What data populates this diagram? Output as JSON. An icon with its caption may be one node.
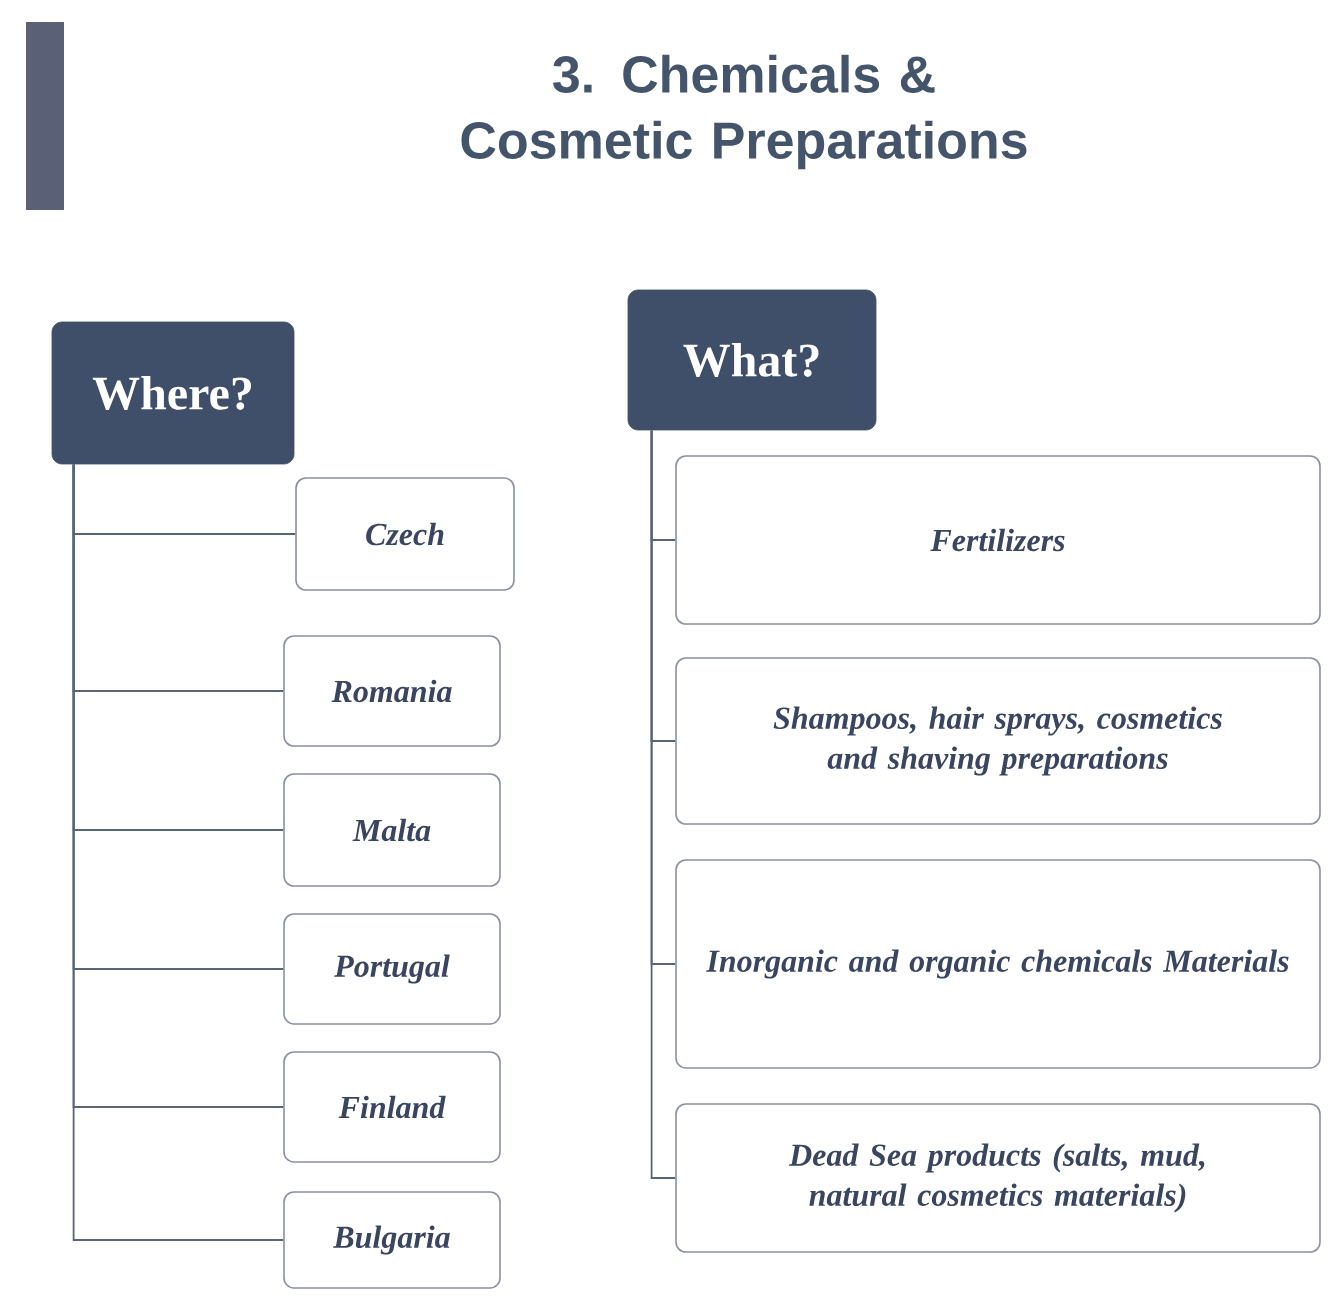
{
  "diagram": {
    "title": "3. Chemicals & Cosmetic Preparations",
    "nodes": [
      {
        "text": [],
        "shape": "bar"
      },
      {
        "text": [
          "Where?"
        ]
      },
      {
        "text": [
          "Czech"
        ]
      },
      {
        "text": [
          "Romania"
        ]
      },
      {
        "text": [
          "Malta"
        ]
      },
      {
        "text": [
          "Portugal"
        ]
      },
      {
        "text": [
          "Finland"
        ]
      },
      {
        "text": [
          "Bulgaria"
        ]
      },
      {
        "text": [
          "What?"
        ]
      },
      {
        "text": [
          "Fertilizers"
        ]
      },
      {
        "text": [
          "Shampoos, hair sprays, cosmetics and shaving preparations"
        ]
      },
      {
        "text": [
          "Inorganic and organic chemicals Materials"
        ]
      },
      {
        "text": [
          "Dead Sea products (salts, mud, natural cosmetics materials)"
        ]
      }
    ],
    "edges": [
      {
        "from": 1,
        "to": 2,
        "arrow": "none"
      },
      {
        "from": 1,
        "to": 3,
        "arrow": "none"
      },
      {
        "from": 1,
        "to": 4,
        "arrow": "none"
      },
      {
        "from": 1,
        "to": 5,
        "arrow": "none"
      },
      {
        "from": 1,
        "to": 6,
        "arrow": "none"
      },
      {
        "from": 1,
        "to": 7,
        "arrow": "none"
      },
      {
        "from": 8,
        "to": 9,
        "arrow": "none"
      },
      {
        "from": 8,
        "to": 10,
        "arrow": "none"
      },
      {
        "from": 8,
        "to": 11,
        "arrow": "none"
      },
      {
        "from": 8,
        "to": 12,
        "arrow": "none"
      }
    ]
  }
}
